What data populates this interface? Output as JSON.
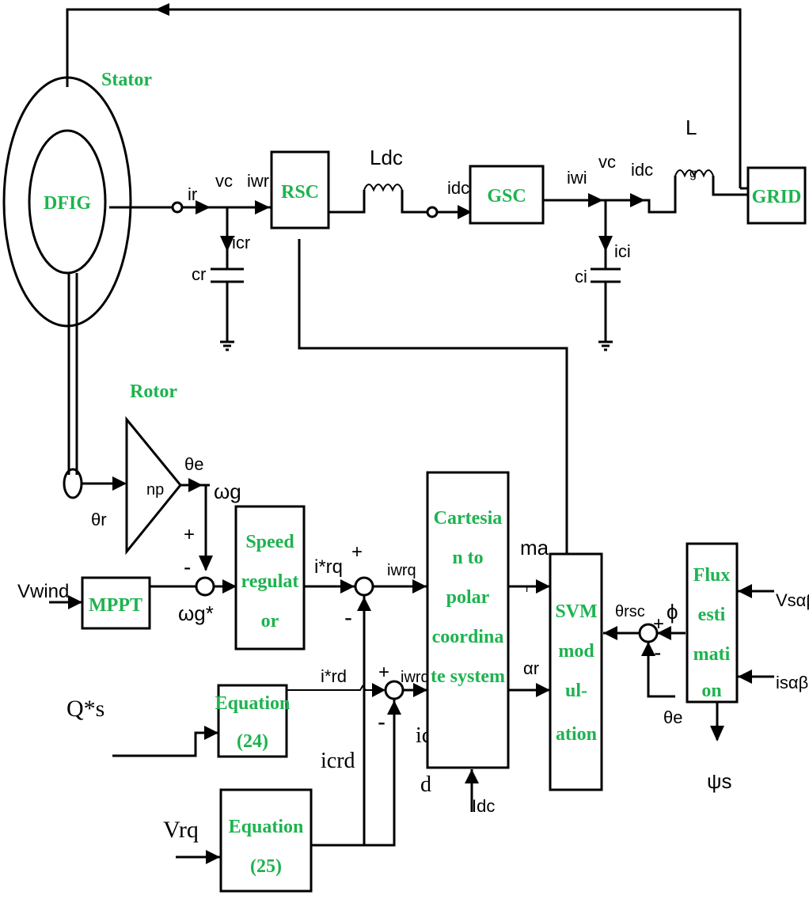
{
  "blocks": {
    "stator": "Stator",
    "dfig": "DFIG",
    "rotor": "Rotor",
    "rsc": "RSC",
    "gsc": "GSC",
    "grid": "GRID",
    "mppt": "MPPT",
    "speed_regulator": [
      "Speed",
      "regulat",
      "or"
    ],
    "cartesian": [
      "Cartesia",
      "n to",
      "polar",
      "coordina",
      "te system"
    ],
    "svm": [
      "SVM",
      "mod",
      "ul-",
      "ation"
    ],
    "flux": [
      "Flux",
      "esti",
      "mati",
      "on"
    ],
    "equation24": [
      "Equation",
      "(24)"
    ],
    "equation25": [
      "Equation",
      "(25)"
    ]
  },
  "labels": {
    "ir": "ir",
    "vc_rotor": "vc",
    "iwr": "iwr",
    "icr": "icr",
    "cr": "cr",
    "ldc": "Ldc",
    "idc_gsc": "idc",
    "iwi": "iwi",
    "vc_grid": "vc",
    "idc_grid": "idc",
    "l_top": "L",
    "g_sub": "g",
    "ici": "ici",
    "ci": "ci",
    "np": "np",
    "theta_e_top": "θe",
    "omega_g": "ωg",
    "theta_r": "θr",
    "plus_speed": "+",
    "minus_speed": "-",
    "omega_g_star": "ωg*",
    "vwind": "Vwind",
    "irq_star": "i*rq",
    "iwrq": "iwrq",
    "plus_q": "+",
    "minus_q": "-",
    "ird_star": "i*rd",
    "iwrd": "iwrd",
    "plus_d": "+",
    "minus_d": "-",
    "icrd_right": "icr",
    "icrd_right2": "d",
    "icrd": "icrd",
    "qs": "Q*s",
    "vrq": "Vrq",
    "idc_bottom": "Idc",
    "ma": "ma",
    "ma_sub": "r",
    "alpha_r": "αr",
    "theta_rsc": "θrsc",
    "phi": "ϕ",
    "plus_flux": "+",
    "minus_flux": "-",
    "theta_e_bottom": "θe",
    "vsab": "Vsαβ",
    "isab": "isαβ",
    "psis": "ψs"
  }
}
